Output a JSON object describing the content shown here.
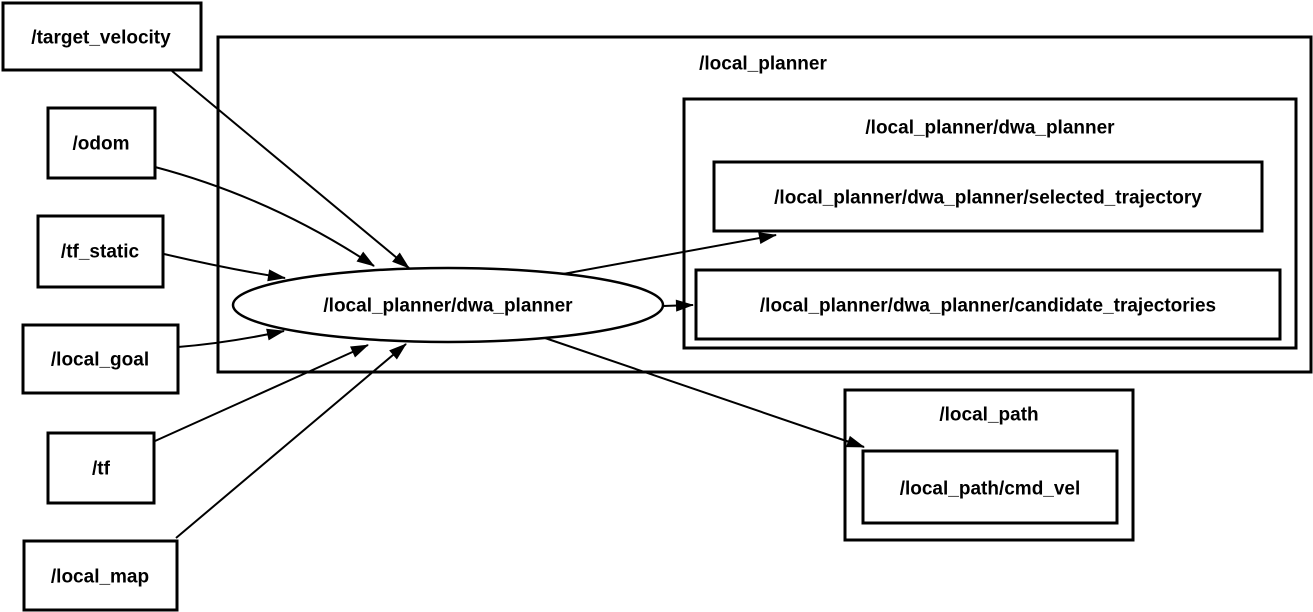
{
  "diagram": {
    "kind": "ros-node-graph",
    "background_color": "#ffffff",
    "line_color": "#000000",
    "text_color": "#000000",
    "clusters": {
      "local_planner": {
        "label": "/local_planner"
      },
      "dwa_planner": {
        "label": "/local_planner/dwa_planner"
      },
      "local_path": {
        "label": "/local_path"
      }
    },
    "node": {
      "dwa_planner_node": {
        "label": "/local_planner/dwa_planner"
      }
    },
    "input_topics": {
      "target_velocity": {
        "label": "/target_velocity"
      },
      "odom": {
        "label": "/odom"
      },
      "tf_static": {
        "label": "/tf_static"
      },
      "local_goal": {
        "label": "/local_goal"
      },
      "tf": {
        "label": "/tf"
      },
      "local_map": {
        "label": "/local_map"
      }
    },
    "output_topics": {
      "selected_trajectory": {
        "label": "/local_planner/dwa_planner/selected_trajectory"
      },
      "candidate_trajectories": {
        "label": "/local_planner/dwa_planner/candidate_trajectories"
      },
      "cmd_vel": {
        "label": "/local_path/cmd_vel"
      }
    },
    "edges": [
      {
        "from": "/target_velocity",
        "to": "/local_planner/dwa_planner"
      },
      {
        "from": "/odom",
        "to": "/local_planner/dwa_planner"
      },
      {
        "from": "/tf_static",
        "to": "/local_planner/dwa_planner"
      },
      {
        "from": "/local_goal",
        "to": "/local_planner/dwa_planner"
      },
      {
        "from": "/tf",
        "to": "/local_planner/dwa_planner"
      },
      {
        "from": "/local_map",
        "to": "/local_planner/dwa_planner"
      },
      {
        "from": "/local_planner/dwa_planner",
        "to": "/local_planner/dwa_planner/selected_trajectory"
      },
      {
        "from": "/local_planner/dwa_planner",
        "to": "/local_planner/dwa_planner/candidate_trajectories"
      },
      {
        "from": "/local_planner/dwa_planner",
        "to": "/local_path/cmd_vel"
      }
    ]
  }
}
